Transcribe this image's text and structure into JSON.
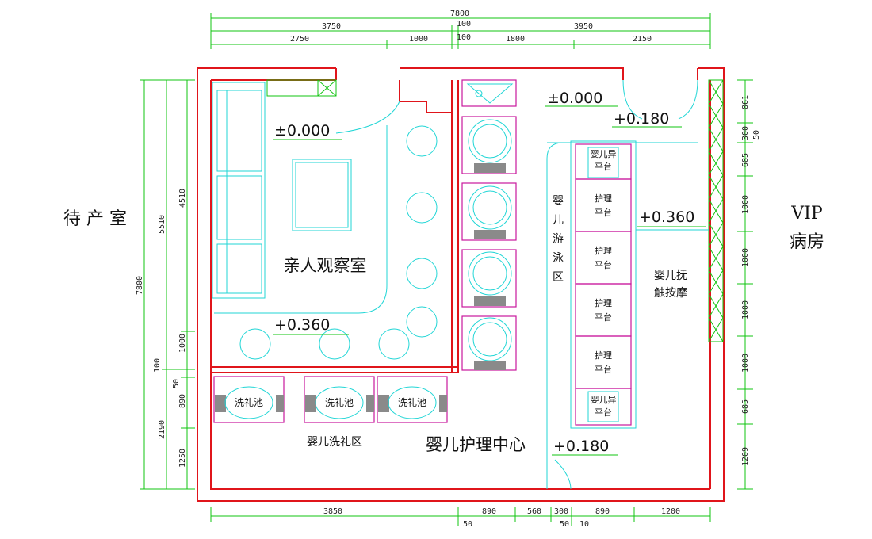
{
  "colors": {
    "wall": "#e0151b",
    "dimension": "#11c411",
    "fixture": "#22d6d6",
    "furniture": "#c8189c"
  },
  "dims_top_total": "7800",
  "dims_top_row2": [
    "3750",
    "100",
    "3950"
  ],
  "dims_top_row3": [
    "2750",
    "1000",
    "100",
    "1800",
    "2150"
  ],
  "dims_bottom": [
    "3850",
    "890",
    "560",
    "300",
    "890",
    "1200"
  ],
  "dims_bottom_sub": [
    "50",
    "50",
    "10"
  ],
  "dims_left_total": "7800",
  "dims_left_mid": [
    "5510",
    "2190"
  ],
  "dims_left_inner": [
    "4510",
    "1000",
    "100",
    "50",
    "890",
    "1250"
  ],
  "dims_right": [
    "861",
    "300",
    "50",
    "685",
    "1000",
    "1000",
    "1000",
    "1000",
    "685",
    "1209"
  ],
  "rooms": {
    "observation": "亲人观察室",
    "washing": "婴儿洗礼区",
    "center": "婴儿护理中心",
    "swimming": "婴儿游泳区",
    "touch_line1": "婴儿抚",
    "touch_line2": "触按摩"
  },
  "outside": {
    "left": "待 产 室",
    "right_line1": "VIP",
    "right_line2": "病房"
  },
  "levels": [
    "±0.000",
    "±0.000",
    "+0.180",
    "+0.360",
    "+0.360",
    "+0.180"
  ],
  "platforms": {
    "swap_line1": "婴儿异",
    "swap_line2": "平台",
    "care_line1": "护理",
    "care_line2": "平台"
  },
  "sink_label": "洗礼池"
}
